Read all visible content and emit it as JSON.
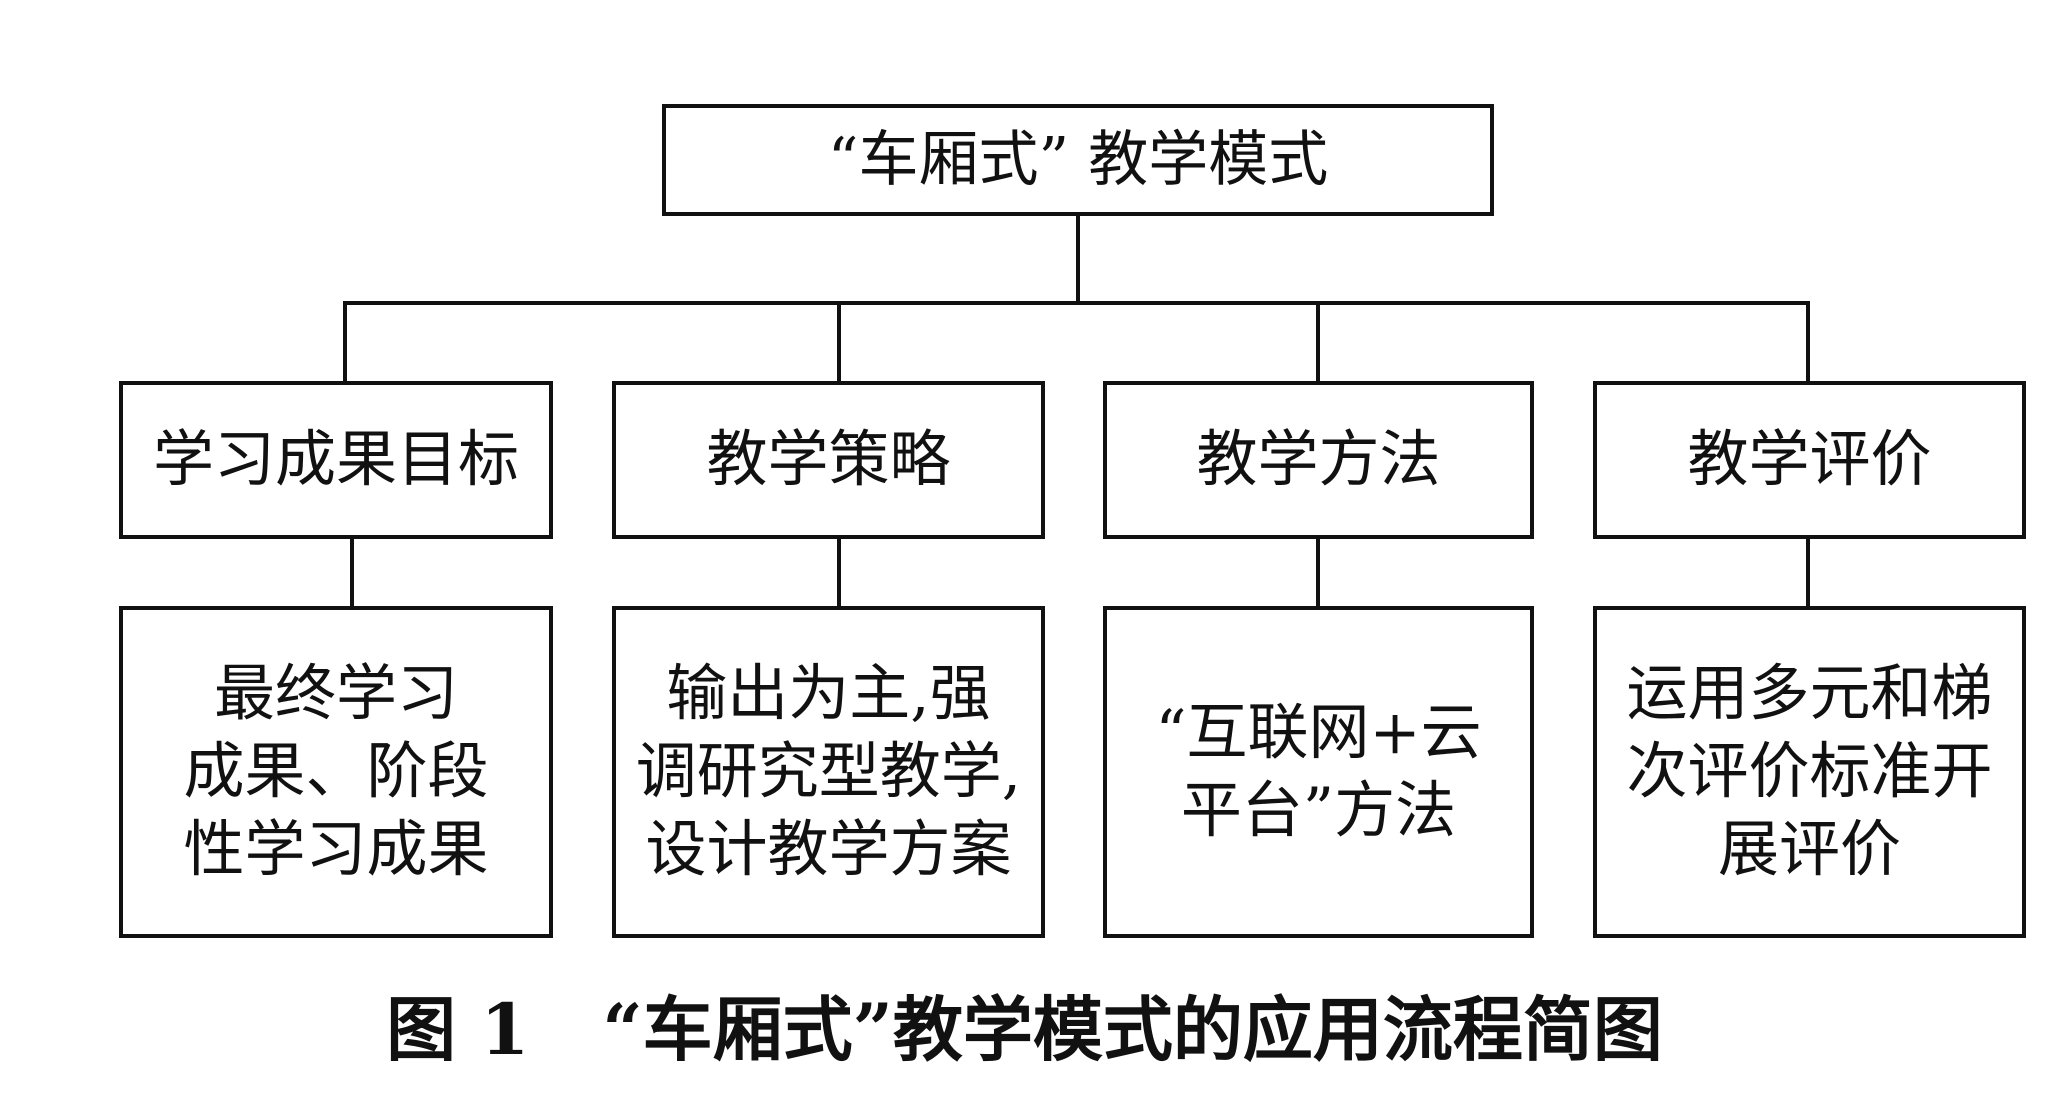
{
  "root": {
    "label": "“车厢式” 教学模式"
  },
  "columns": [
    {
      "header": "学习成果目标",
      "detail": "最终学习\n成果、阶段\n性学习成果"
    },
    {
      "header": "教学策略",
      "detail": "输出为主,强\n调研究型教学,\n设计教学方案"
    },
    {
      "header": "教学方法",
      "detail": "“互联网+云\n平台”方法"
    },
    {
      "header": "教学评价",
      "detail": "运用多元和梯\n次评价标准开\n展评价"
    }
  ],
  "caption": "图 1   “车厢式”教学模式的应用流程简图",
  "colors": {
    "line": "#111111",
    "background": "#ffffff"
  }
}
